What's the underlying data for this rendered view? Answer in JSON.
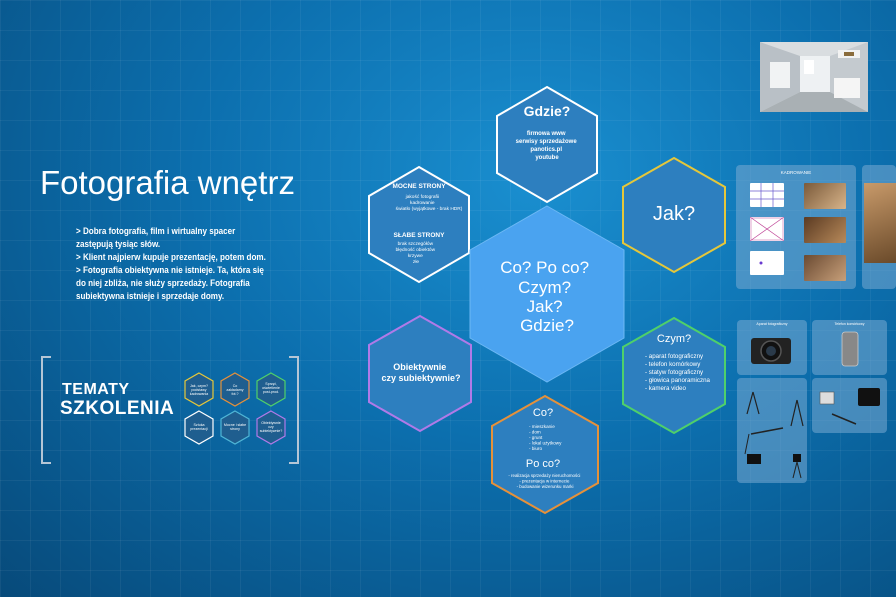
{
  "slide": {
    "title": "Fotografia wnętrz",
    "bullets": [
      "> Dobra fotografia, film i wirtualny spacer zastępują tysiąc słów.",
      "> Klient najpierw kupuje prezentację, potem dom.",
      "> Fotografia obiektywna nie istnieje. Ta, która się do niej zbliża, nie służy sprzedaży. Fotografia subiektywna istnieje i sprzedaje domy."
    ],
    "topics_label_line1": "TEMATY",
    "topics_label_line2": "SZKOLENIA",
    "mini_hexes": [
      "Jak, czym? podstawy kadrowania",
      "Co zakładamy fotograficznie?",
      "Sprzęt, oświetlenie, post-produkcja",
      "Sztuka prezentacji",
      "Mocne i słabe strony",
      "Obiektywnie czy subiektywnie?"
    ]
  },
  "hexes": {
    "center": {
      "lines": [
        "Co? Po co?",
        "Czym?",
        "Jak?",
        "Gdzie?"
      ]
    },
    "gdzie": {
      "heading": "Gdzie?",
      "items": [
        "firmowa www",
        "serwisy sprzedażowe",
        "panotics.pl",
        "youtube"
      ]
    },
    "jak": {
      "heading": "Jak?"
    },
    "mocne": {
      "heading1": "MOCNE STRONY",
      "items1": [
        "jakość fotografii",
        "kadrowanie",
        "światło (wyjątkowe - brak HDR)"
      ],
      "heading2": "SŁABE STRONY",
      "items2": [
        "brak szczegółów",
        "błędność obiektów",
        "krzywe",
        "złe"
      ]
    },
    "czym": {
      "heading": "Czym?",
      "items": [
        "- aparat fotograficzny",
        "- telefon komórkowy",
        "- statyw fotograficzny",
        "- głowica panoramiczna",
        "- kamera video"
      ]
    },
    "obiektywnie": {
      "lines": [
        "Obiektywnie",
        "czy subiektywnie?"
      ]
    },
    "co": {
      "heading1": "Co?",
      "items1": [
        "- mieszkanie",
        "- dom",
        "- grunt",
        "- lokal użytkowy",
        "- biuro"
      ],
      "heading2": "Po co?",
      "items2": [
        "- realizacja sprzedaży nieruchomości",
        "- prezentacja w internecie",
        "- budowanie wizerunku marki"
      ]
    }
  },
  "panels": {
    "kadrowanie_title": "KADROWANIE",
    "gear_labels": [
      "Aparat fotograficzny",
      "Telefon komórkowy"
    ]
  },
  "colors": {
    "bg": "#0c6fae",
    "center_hex": "#4aa3f0",
    "hex_fill": "#2d7fbf",
    "gdzie_stroke": "#ffffff",
    "jak_stroke": "#e5c73a",
    "mocne_stroke": "#ffffff",
    "czym_stroke": "#4fd06a",
    "obiektywnie_stroke": "#b07ae8",
    "co_stroke": "#e6913a"
  }
}
